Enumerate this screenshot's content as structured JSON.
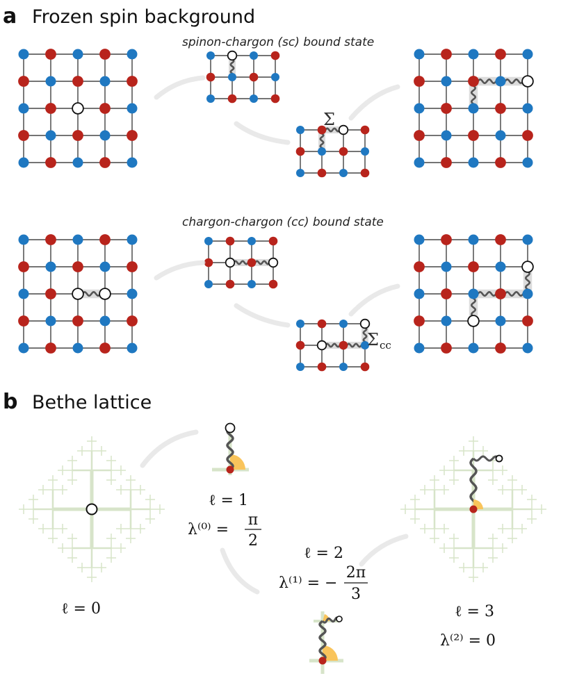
{
  "panel_a": {
    "letter": "a",
    "title": "Frozen spin background",
    "sc_caption": "spinon-chargon (sc) bound state",
    "cc_caption": "chargon-chargon (cc) bound state",
    "sigma_label": "Σ",
    "sigma_cc_label": "Σ",
    "sigma_cc_sub": "cc"
  },
  "panel_b": {
    "letter": "b",
    "title": "Bethe lattice",
    "l0": "ℓ = 0",
    "l1": "ℓ = 1",
    "lambda0_lhs": "λ⁽⁰⁾ =",
    "lambda0_num": "π",
    "lambda0_den": "2",
    "l2": "ℓ = 2",
    "lambda1_lhs": "λ⁽¹⁾ = −",
    "lambda1_num": "2π",
    "lambda1_den": "3",
    "l3": "ℓ = 3",
    "lambda2": "λ⁽²⁾ = 0"
  },
  "colors": {
    "spin_up": "#1f78c1",
    "spin_down": "#b8241c",
    "string": "#555555",
    "bethe": "#d7e4c9",
    "angle": "#f9c45b"
  }
}
